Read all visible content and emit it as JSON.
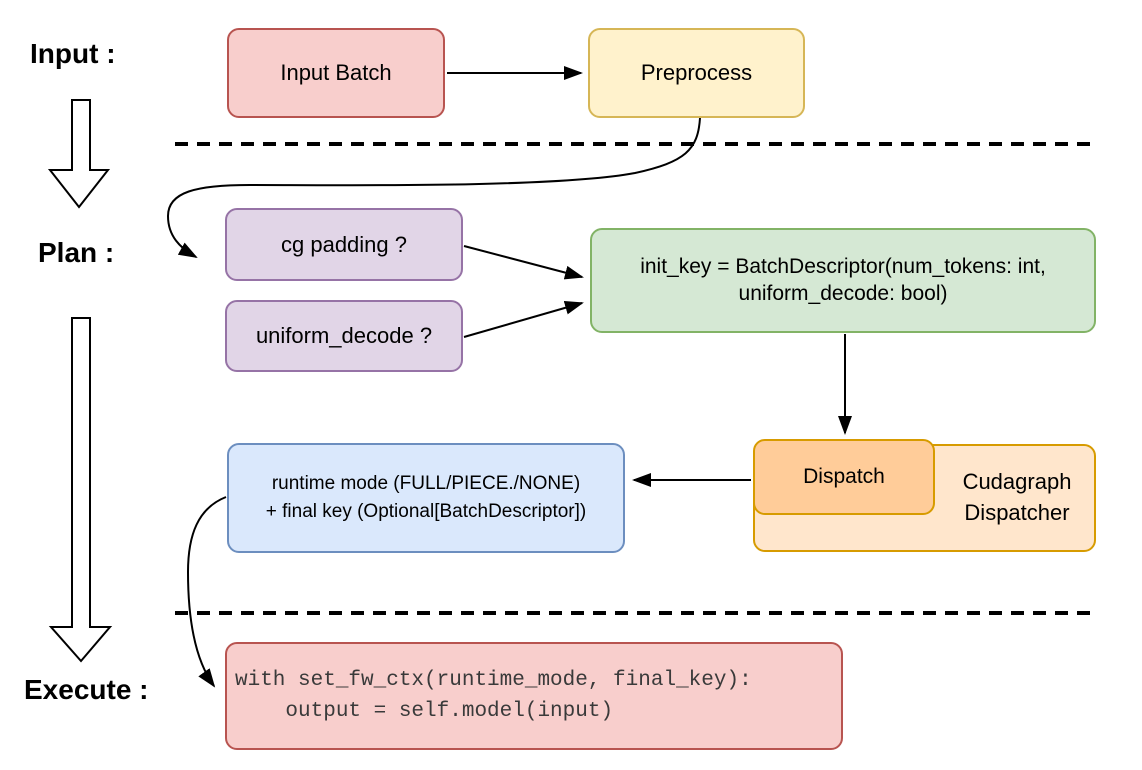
{
  "diagram": {
    "title_hint": "cudagraph dispatch flow",
    "stage_labels": {
      "input": "Input :",
      "plan": "Plan :",
      "execute": "Execute :"
    },
    "nodes": {
      "input_batch": {
        "label": "Input Batch"
      },
      "preprocess": {
        "label": "Preprocess"
      },
      "cg_padding": {
        "label": "cg padding ?"
      },
      "uniform_decode": {
        "label": "uniform_decode ?"
      },
      "init_key": {
        "line1": "init_key = BatchDescriptor(num_tokens: int,",
        "line2": "uniform_decode: bool)"
      },
      "dispatch": {
        "label": "Dispatch"
      },
      "cudagraph_dispatcher": {
        "line1": "Cudagraph",
        "line2": "Dispatcher"
      },
      "runtime_mode": {
        "line1": "runtime mode (FULL/PIECE./NONE)",
        "line2": "+ final key (Optional[BatchDescriptor])"
      },
      "execute_code": {
        "line1": "with set_fw_ctx(runtime_mode, final_key):",
        "line2": "    output = self.model(input)"
      }
    },
    "palette": {
      "red_fill": "#f8cecc",
      "red_stroke": "#b85450",
      "yellow_fill": "#fff2cc",
      "yellow_stroke": "#d6b656",
      "purple_fill": "#e1d5e7",
      "purple_stroke": "#9673a6",
      "green_fill": "#d5e8d4",
      "green_stroke": "#82b366",
      "blue_fill": "#dae8fc",
      "blue_stroke": "#6c8ebf",
      "orange_outer_fill": "#ffe6cc",
      "orange_inner_fill": "#ffcc99",
      "orange_stroke": "#d79b00",
      "connector_color": "#000000",
      "background": "#ffffff"
    }
  }
}
